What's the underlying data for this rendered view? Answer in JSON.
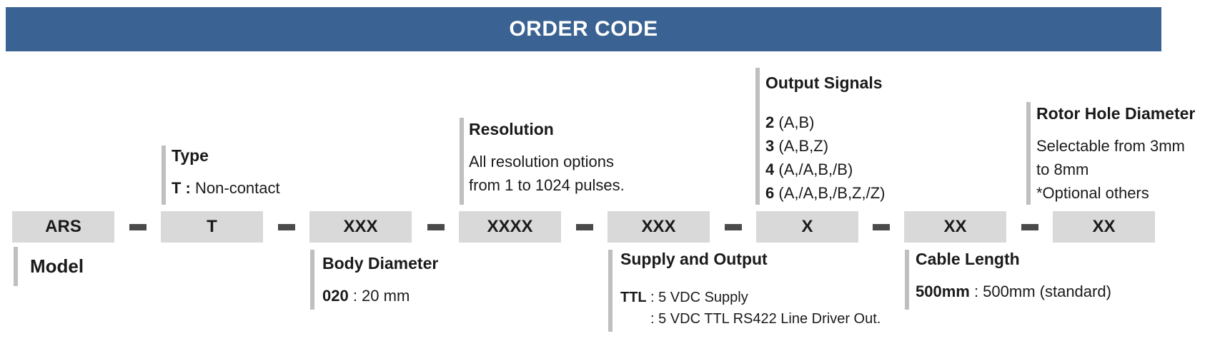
{
  "title": "ORDER CODE",
  "segments": [
    "ARS",
    "T",
    "XXX",
    "XXXX",
    "XXX",
    "X",
    "XX",
    "XX"
  ],
  "model": {
    "title": "Model"
  },
  "type": {
    "title": "Type",
    "opt_code": "T :",
    "opt_desc": " Non-contact"
  },
  "body_diameter": {
    "title": "Body Diameter",
    "opt_code": "020",
    "opt_desc": " : 20 mm"
  },
  "resolution": {
    "title": "Resolution",
    "line1": "All resolution options",
    "line2": "from 1 to 1024 pulses."
  },
  "supply_output": {
    "title": "Supply and Output",
    "code": "TTL",
    "line1": ": 5 VDC Supply",
    "line2": ": 5 VDC TTL RS422 Line Driver Out."
  },
  "output_signals": {
    "title": "Output Signals",
    "options": [
      {
        "code": "2",
        "desc": " (A,B)"
      },
      {
        "code": "3",
        "desc": " (A,B,Z)"
      },
      {
        "code": "4",
        "desc": " (A,/A,B,/B)"
      },
      {
        "code": "6",
        "desc": " (A,/A,B,/B,Z,/Z)"
      }
    ]
  },
  "cable_length": {
    "title": "Cable Length",
    "opt_code": "500mm",
    "opt_desc": " : 500mm (standard)"
  },
  "rotor_hole": {
    "title": "Rotor Hole Diameter",
    "line1": "Selectable from 3mm",
    "line2": "to 8mm",
    "line3": "*Optional others"
  }
}
